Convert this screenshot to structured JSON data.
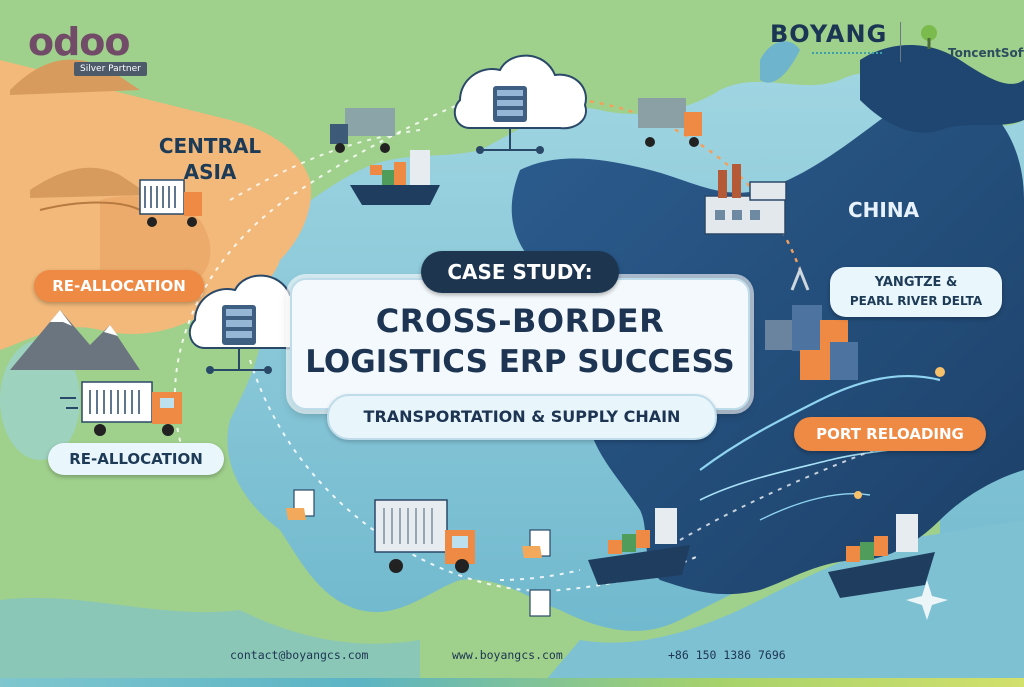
{
  "brands": {
    "odoo": "odoo",
    "odoo_badge": "Silver Partner",
    "boyang": "BOYANG",
    "toncent": "ToncentSoft"
  },
  "regions": {
    "central_asia": "CENTRAL\nASIA",
    "china": "CHINA"
  },
  "labels": {
    "reallocation_top": "RE-ALLOCATION",
    "reallocation_bottom": "RE-ALLOCATION",
    "yangtze_line1": "YANGTZE &",
    "yangtze_line2": "PEARL RIVER DELTA",
    "port_reloading": "PORT RELOADING"
  },
  "hero": {
    "case_study": "CASE STUDY:",
    "title_line1": "CROSS-BORDER",
    "title_line2": "LOGISTICS ERP SUCCESS",
    "subtitle": "TRANSPORTATION & SUPPLY CHAIN"
  },
  "footer": {
    "email": "contact@boyangcs.com",
    "website": "www.boyangcs.com",
    "phone": "+86 150 1386 7696"
  },
  "colors": {
    "navy": "#1d3552",
    "orange": "#ee8a43",
    "sea": "#8fcbd9",
    "land_green": "#9fd08c",
    "land_orange": "#f2b97a",
    "china_blue": "#244e7a"
  },
  "icons": [
    "cloud-server-icon",
    "truck-icon",
    "cargo-ship-icon",
    "factory-icon",
    "container-port-icon",
    "document-icon",
    "mountain-icon",
    "desert-dunes-icon",
    "sparkle-icon"
  ]
}
